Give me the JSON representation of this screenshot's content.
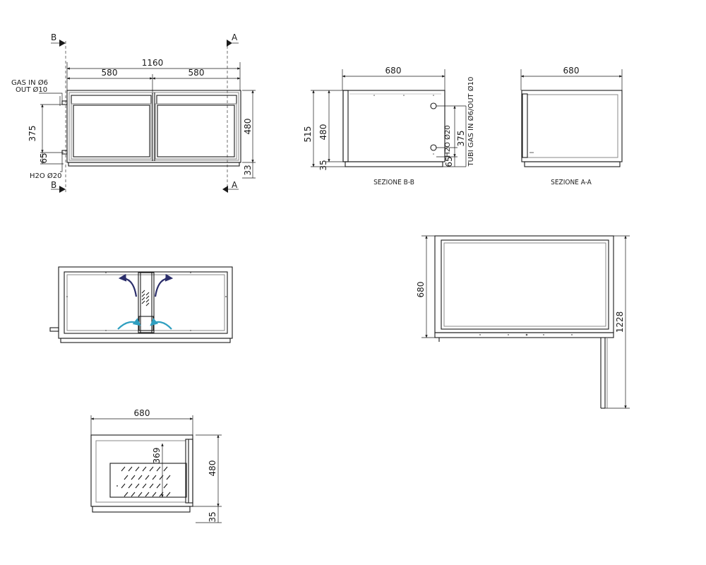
{
  "front_view": {
    "dim_total": "1160",
    "dim_half_left": "580",
    "dim_half_right": "580",
    "gas_label_1": "GAS IN Ø6",
    "gas_label_2": "OUT Ø10",
    "dim_375": "375",
    "dim_65": "65",
    "h2o_label": "H2O Ø20",
    "dim_480": "480",
    "dim_33": "33",
    "section_b": "B",
    "section_a": "A"
  },
  "section_bb": {
    "dim_680": "680",
    "dim_515": "515",
    "dim_480": "480",
    "dim_35": "35",
    "h2o_label": "H2O Ø20",
    "dim_375": "375",
    "dim_65": "65",
    "gas_label": "TUBI GAS IN Ø6/OUT Ø10",
    "caption": "SEZIONE B-B"
  },
  "section_aa": {
    "dim_680": "680",
    "caption": "SEZIONE A-A"
  },
  "plan_view": {
    "dim_680": "680",
    "dim_1228": "1228"
  },
  "small_top_view": {
    "dim_680": "680",
    "dim_369": "369",
    "dim_480": "480",
    "dim_35": "35"
  },
  "colors": {
    "line": "#1a1a1a",
    "airflow_out": "#2b2e6b",
    "airflow_in": "#2f9fc0"
  }
}
